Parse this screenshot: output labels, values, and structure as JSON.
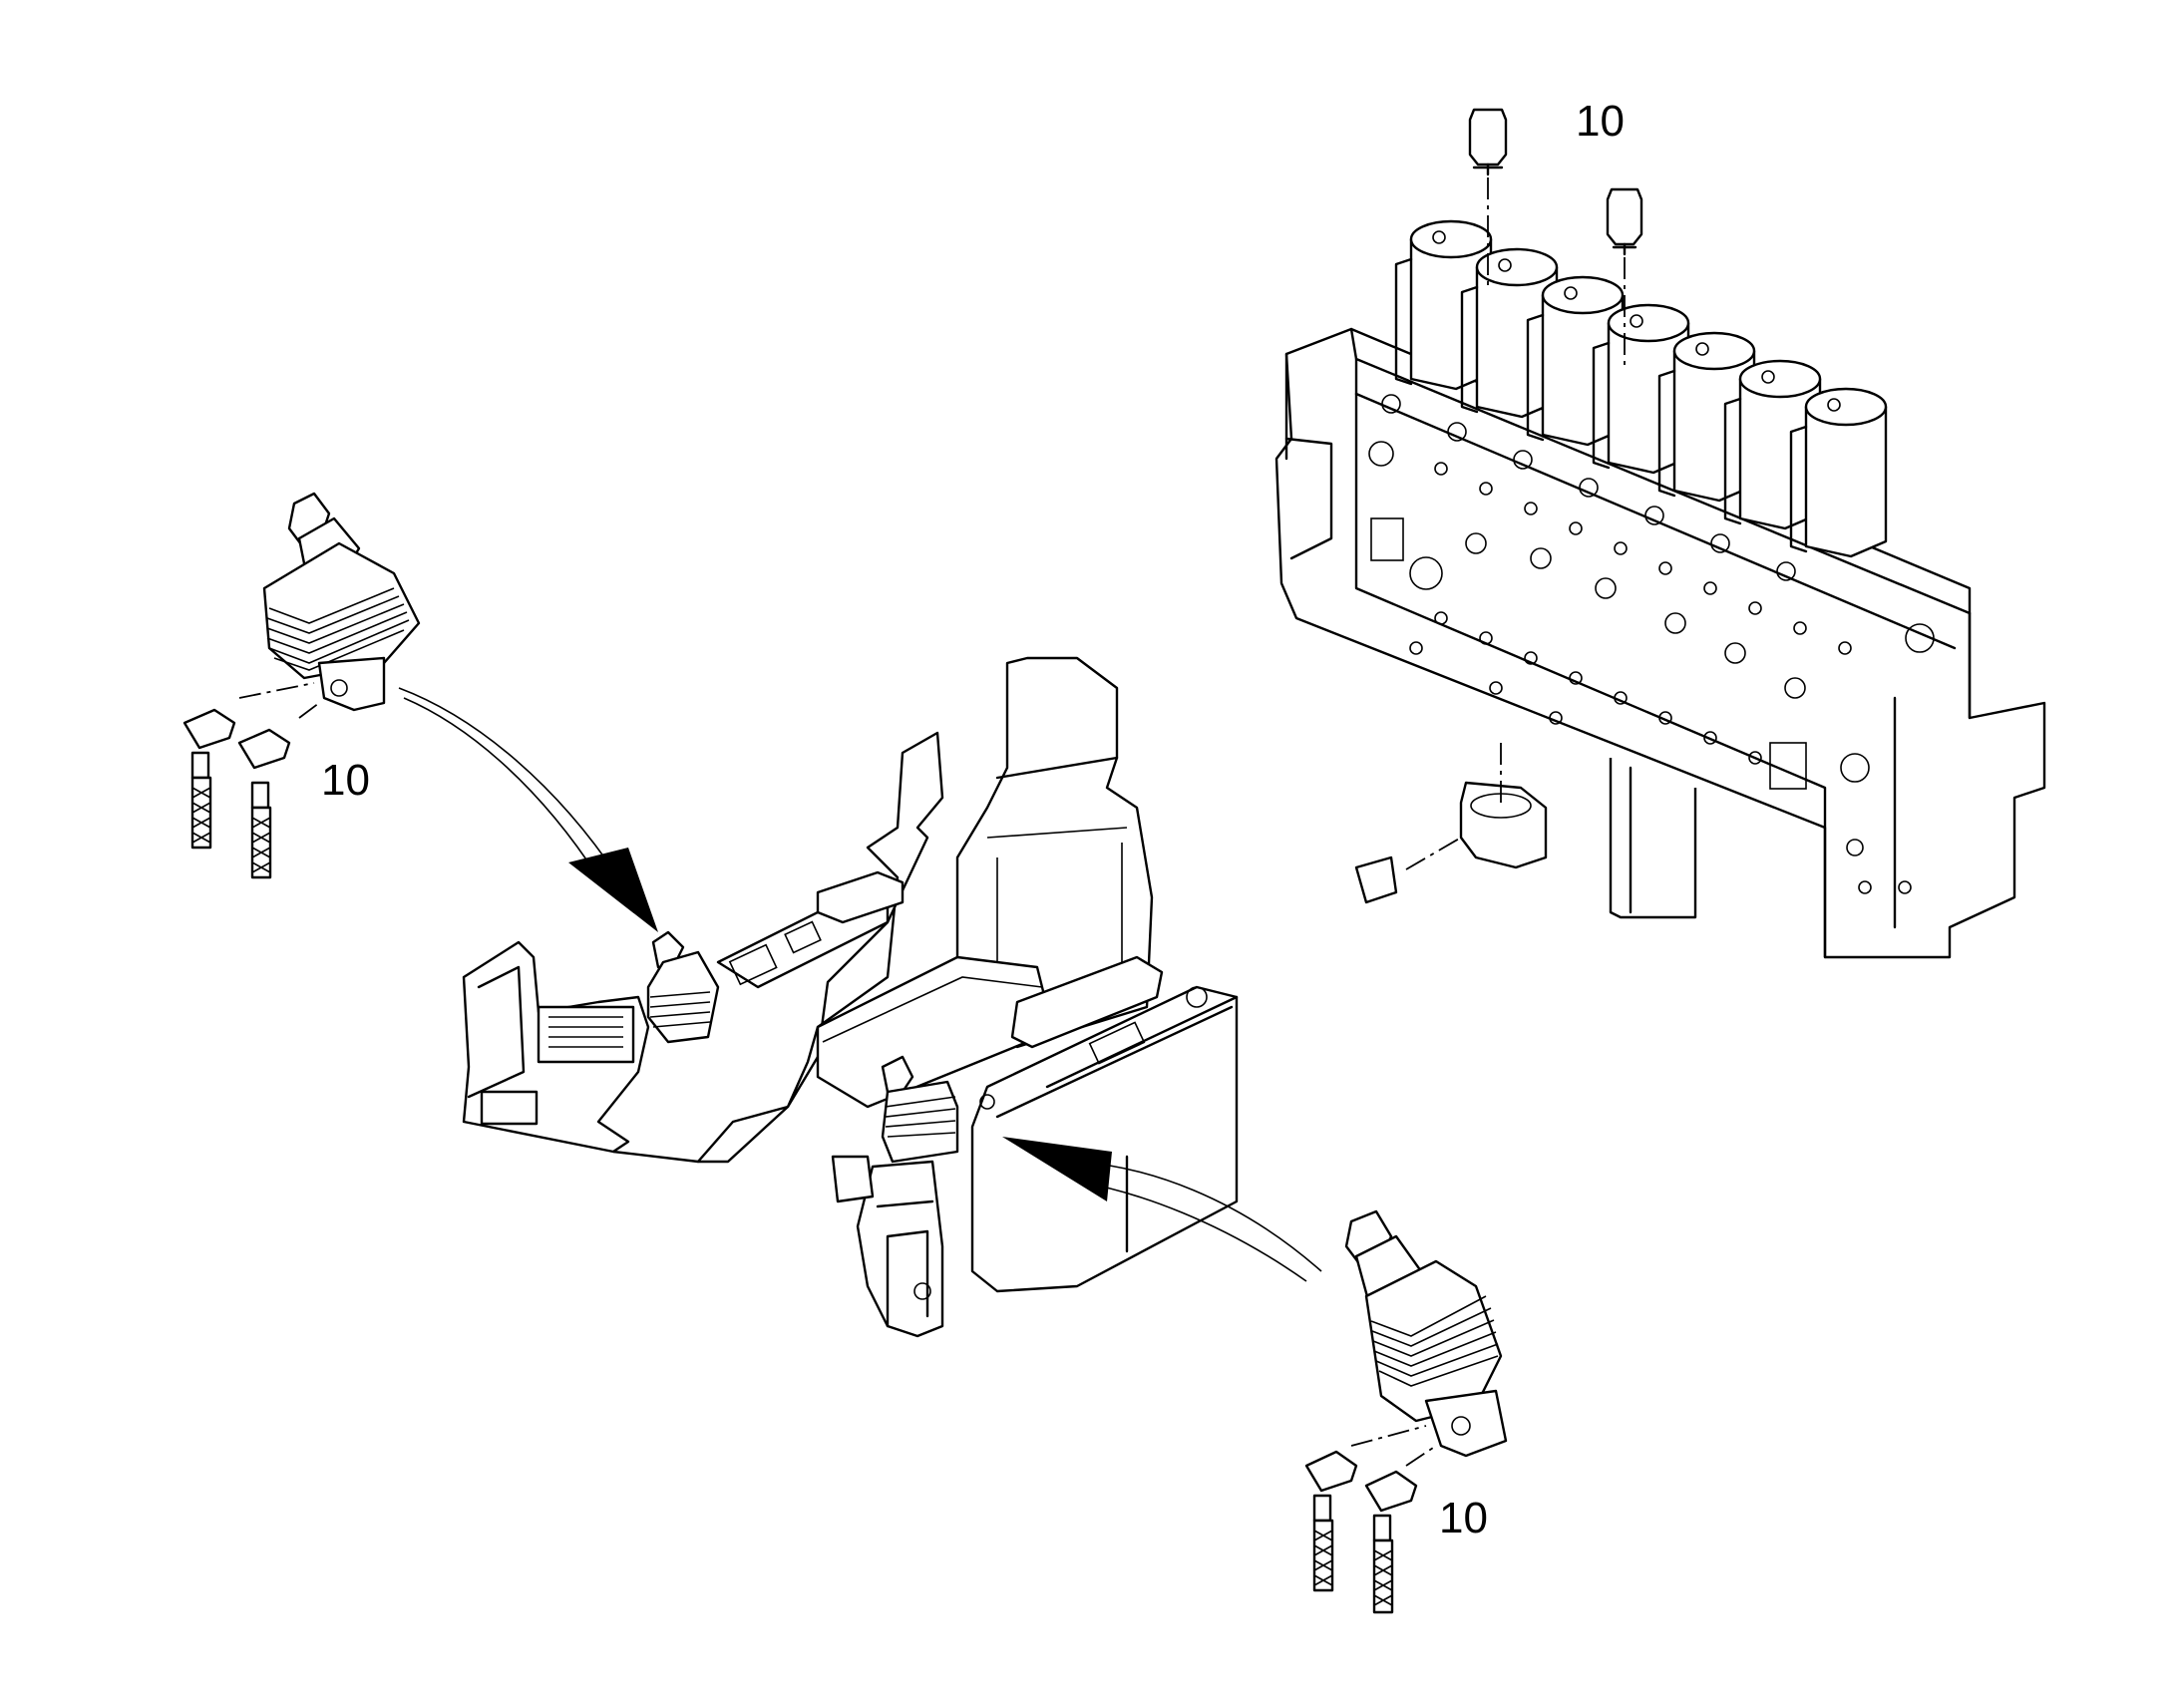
{
  "diagram": {
    "background": "#ffffff",
    "line_color": "#000000",
    "callouts": [
      {
        "id": "callout-valve-top",
        "text": "10"
      },
      {
        "id": "callout-left-joystick",
        "text": "10"
      },
      {
        "id": "callout-right-joystick",
        "text": "10"
      }
    ],
    "components": [
      {
        "name": "control-valve-block"
      },
      {
        "name": "left-joystick"
      },
      {
        "name": "right-joystick"
      },
      {
        "name": "operator-seat-console"
      }
    ]
  }
}
